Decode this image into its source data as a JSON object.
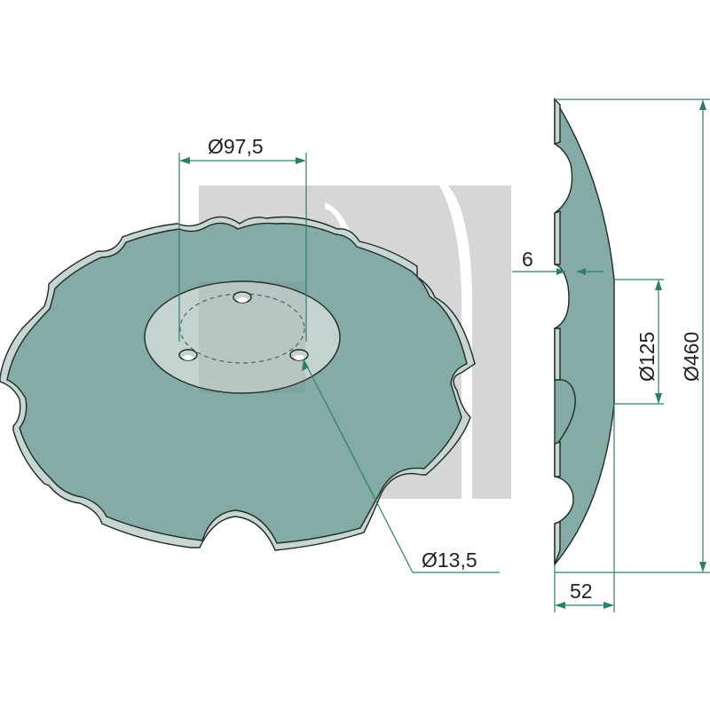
{
  "drawing": {
    "title": "Serrated disc blade technical drawing",
    "views": {
      "perspective": "Perspective view of notched disc with center hub and 4-hole pattern",
      "side": "Side section view showing dish profile"
    },
    "dimensions": {
      "bolt_circle": "Ø97,5",
      "bolt_hole": "Ø13,5",
      "thickness": "6",
      "hub_diameter": "Ø125",
      "outer_diameter": "Ø460",
      "dish_depth": "52"
    },
    "colors": {
      "disc_fill": "#85aba7",
      "disc_edge": "#c7d6d3",
      "hub_fill": "#c5d3d0",
      "dimension_line": "#2f7d6c",
      "watermark": "#d6d6d6",
      "outline": "#1e2a28"
    },
    "watermark": "grey brand logo watermark behind the disc"
  }
}
